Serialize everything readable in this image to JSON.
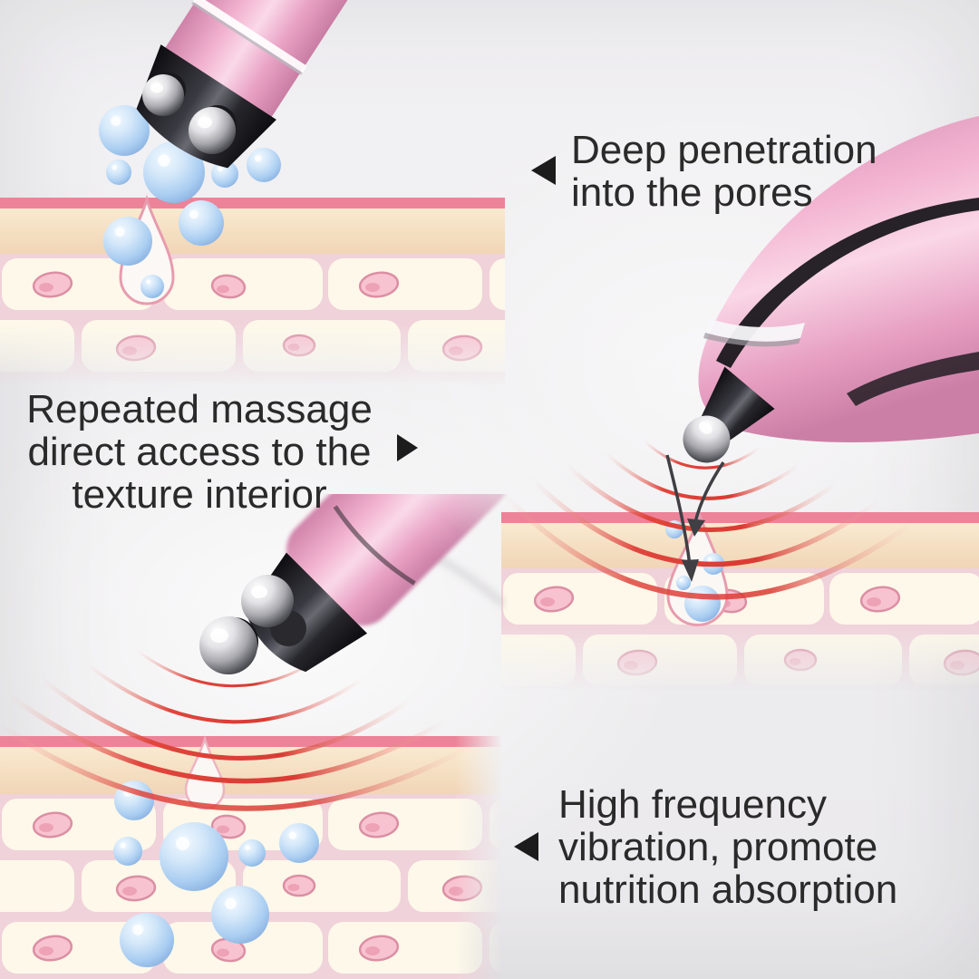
{
  "annotations": {
    "deep": {
      "pointer": "left",
      "lines": [
        "Deep penetration",
        "into the pores"
      ]
    },
    "massage": {
      "pointer": "right",
      "lines": [
        "Repeated massage",
        "direct access to the",
        "texture interior"
      ]
    },
    "vibration": {
      "pointer": "left",
      "lines": [
        "High frequency",
        "vibration, promote",
        "nutrition absorption"
      ]
    }
  },
  "icons": {
    "pointer_left": "left-pointing-triangle",
    "pointer_right": "right-pointing-triangle"
  },
  "colors": {
    "background": "#efeef0",
    "text": "#2b2a2a",
    "pointer": "#1c1c1c",
    "skin_surface_line": "#ec8398",
    "skin_fat_band": "#f5dfc2",
    "skin_cell": "#fdf8e9",
    "skin_cell_gap": "#f0d2da",
    "cell_nucleus": "#f8c3d0",
    "serum_bubble": "#a9cdf1",
    "vibration_wave": "#d93b33",
    "device_pink": "#f2b3d0",
    "device_dark": "#16161a",
    "roller_chrome": "#c9c9cf"
  }
}
